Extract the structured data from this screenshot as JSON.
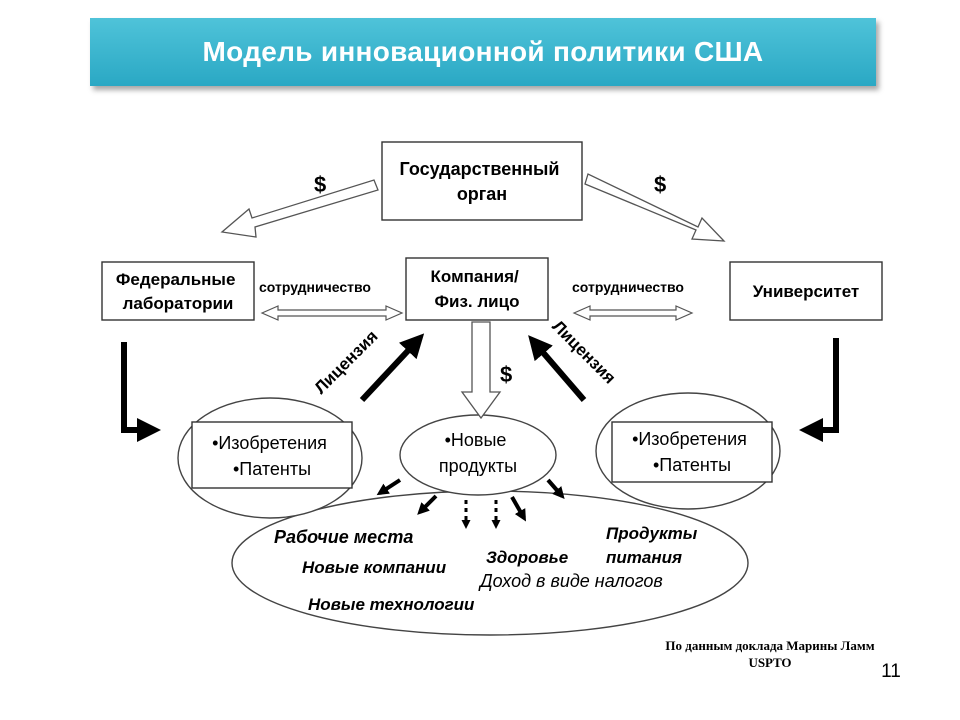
{
  "title": "Модель инновационной политики США",
  "nodes": {
    "gov": [
      "Государственный",
      "орган"
    ],
    "fed": [
      "Федеральные",
      "лаборатории"
    ],
    "company": [
      "Компания/",
      "Физ. лицо"
    ],
    "univ": "Университет",
    "inv_left": [
      "•Изобретения",
      "•Патенты"
    ],
    "inv_right": [
      "•Изобретения",
      "•Патенты"
    ],
    "new_products": [
      "•Новые",
      "продукты"
    ]
  },
  "edge_labels": {
    "dollar_left": "$",
    "dollar_right": "$",
    "dollar_center": "$",
    "coop_left": "сотрудничество",
    "coop_right": "сотрудничество",
    "license_left": "Лицензия",
    "license_right": "Лицензия"
  },
  "outcomes": {
    "jobs": "Рабочие места",
    "new_companies": "Новые компании",
    "new_tech": "Новые технологии",
    "health": "Здоровье",
    "food": [
      "Продукты",
      "питания"
    ],
    "tax": "Доход в виде налогов"
  },
  "source": [
    "По данным доклада Марины Ламм",
    "USPTO"
  ],
  "page_number": "11"
}
